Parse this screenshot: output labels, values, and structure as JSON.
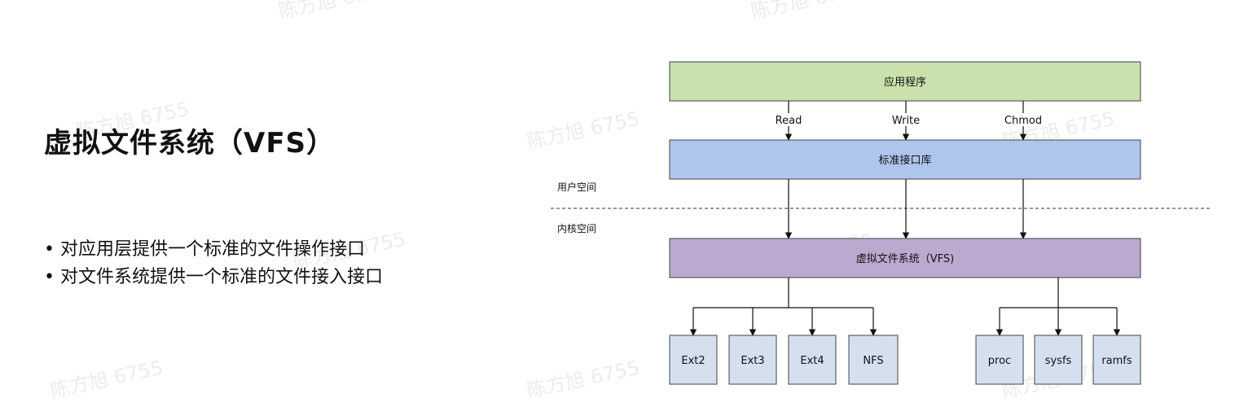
{
  "title": "虚拟文件系统（VFS）",
  "bullets": [
    "对应用层提供一个标准的文件操作接口",
    "对文件系统提供一个标准的文件接入接口"
  ],
  "watermark": "陈方旭 6755",
  "diagram": {
    "app_box": "应用程序",
    "lib_box": "标准接口库",
    "vfs_box": "虚拟文件系统（VFS)",
    "calls": [
      "Read",
      "Write",
      "Chmod"
    ],
    "user_space": "用户空间",
    "kernel_space": "内核空间",
    "fs_group_a": [
      "Ext2",
      "Ext3",
      "Ext4",
      "NFS"
    ],
    "fs_group_b": [
      "proc",
      "sysfs",
      "ramfs"
    ],
    "colors": {
      "app_fill": "#c9e2ad",
      "lib_fill": "#aec6ec",
      "vfs_fill": "#bca9cf",
      "fs_fill": "#d5e0ef"
    }
  }
}
